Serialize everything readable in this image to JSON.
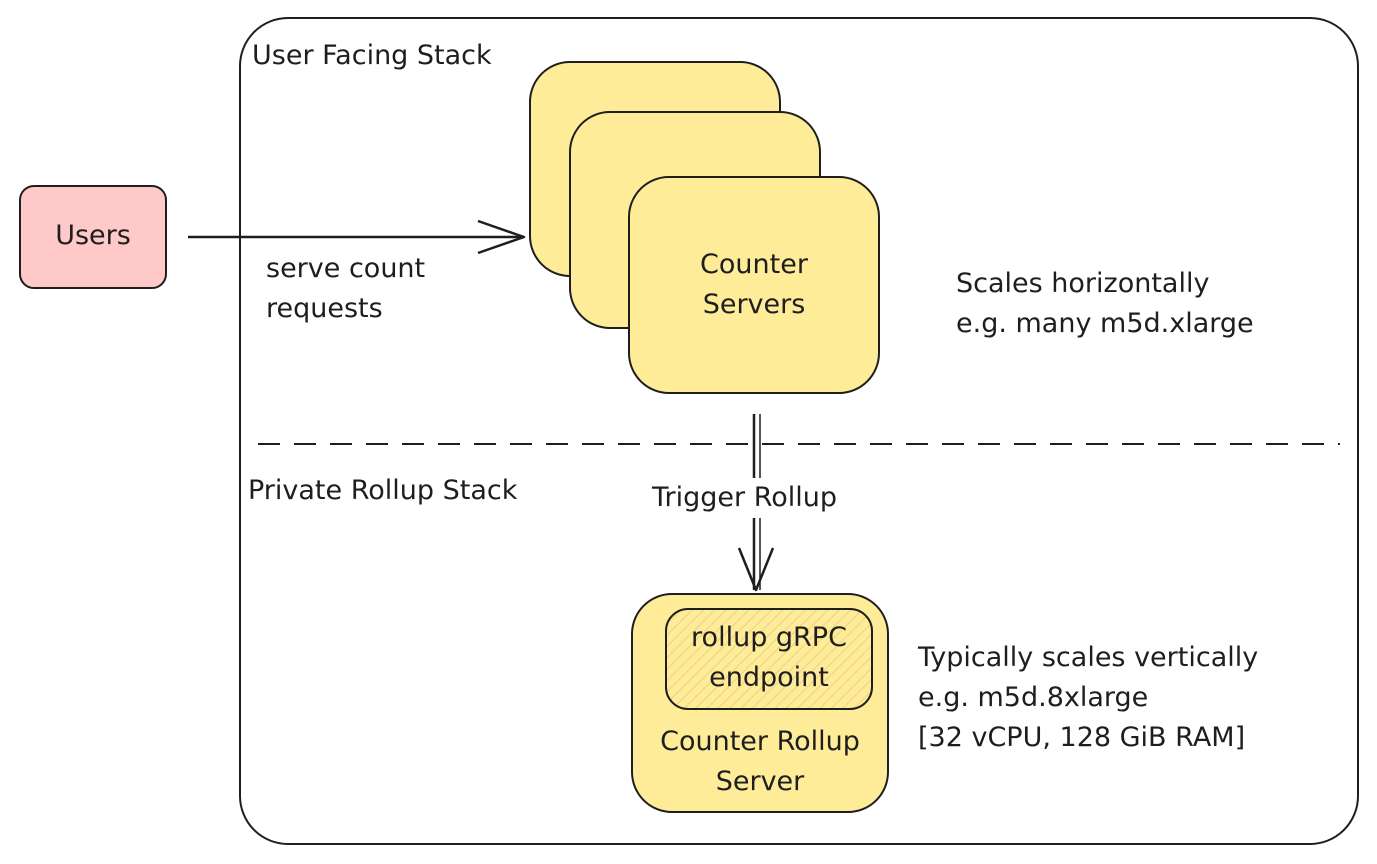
{
  "colors": {
    "stroke": "#1e1e1e",
    "users_fill": "#ffc9c9",
    "server_fill": "#ffec99",
    "background": "#ffffff"
  },
  "sections": {
    "user_facing_title": "User Facing Stack",
    "private_rollup_title": "Private Rollup Stack"
  },
  "users_box": {
    "label": "Users"
  },
  "edge_users_to_servers": {
    "label_line1": "serve count",
    "label_line2": "requests"
  },
  "counter_servers": {
    "label_line1": "Counter",
    "label_line2": "Servers",
    "stack_count": 3
  },
  "horizontal_note": {
    "line1": "Scales horizontally",
    "line2": "e.g. many m5d.xlarge"
  },
  "edge_servers_to_rollup": {
    "label": "Trigger Rollup"
  },
  "rollup_server": {
    "label_line1": "Counter Rollup",
    "label_line2": "Server",
    "endpoint_line1": "rollup gRPC",
    "endpoint_line2": "endpoint"
  },
  "vertical_note": {
    "line1": "Typically scales vertically",
    "line2": "e.g. m5d.8xlarge",
    "line3": "[32 vCPU, 128 GiB RAM]"
  }
}
